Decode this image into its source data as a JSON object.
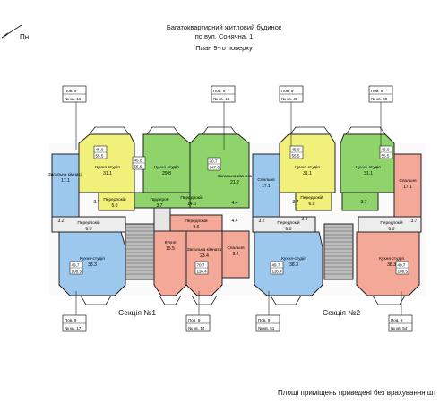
{
  "header": {
    "line1": "Багатоквартирний житловий будинок",
    "line2": "по вул. Сонячна, 1",
    "line3": "План 9-го поверху"
  },
  "north_label": "Пн",
  "sections": [
    "Секція №1",
    "Секція №2"
  ],
  "footer_note": "Площі приміщень приведені без врахування шт",
  "colors": {
    "yellow": "#f0f07a",
    "green": "#8fd46a",
    "blue": "#9cc8ee",
    "salmon": "#f4a898",
    "hall": "#f0f0f0",
    "stair": "#bdbdbd",
    "wall": "#222222"
  },
  "badges": [
    {
      "label": "Пов. 9",
      "kv": "№ кв. 16"
    },
    {
      "label": "Пов. 9",
      "kv": "№ кв. 15"
    },
    {
      "label": "Пов. 9",
      "kv": "№ кв. 48"
    },
    {
      "label": "Пов. 9",
      "kv": "№ кв. 49"
    },
    {
      "label": "Пов. 9",
      "kv": "№ кв. 17"
    },
    {
      "label": "Пов. 9",
      "kv": "№ кв. 14"
    },
    {
      "label": "Пов. 9",
      "kv": "№ кв. 51"
    },
    {
      "label": "Пов. 9",
      "kv": "№ кв. 54"
    }
  ],
  "area_boxes": [
    "45.0",
    "55.5",
    "45.0",
    "55.5",
    "70.7",
    "147.0",
    "49.7",
    "108.5",
    "70.7",
    "116.4",
    "49.7",
    "116.4",
    "49.7",
    "108.5",
    "45.0",
    "55.5",
    "45.0",
    "55.5"
  ],
  "rooms": [
    {
      "name": "Кухня-студія",
      "area": "31.1"
    },
    {
      "name": "Кухня-студія",
      "area": "29.8"
    },
    {
      "name": "Загальна кімната",
      "area": "17.1"
    },
    {
      "name": "Передпокій",
      "area": "5.0"
    },
    {
      "name": "Гардероб",
      "area": "3.7"
    },
    {
      "name": "Передпокій",
      "area": "14.6"
    },
    {
      "name": "Загальна кімната",
      "area": "21.2"
    },
    {
      "name": "Передпокій",
      "area": "6.0"
    },
    {
      "name": "Кухня-студія",
      "area": "38.3"
    },
    {
      "name": "Кухня",
      "area": "15.5"
    },
    {
      "name": "Загальна кімната",
      "area": "23.4"
    },
    {
      "name": "Спальня",
      "area": "9.2"
    },
    {
      "name": "Передпокій",
      "area": "9.6"
    },
    {
      "name": "Спальня",
      "area": "17.1"
    },
    {
      "name": "Кухня-студія",
      "area": "31.1"
    },
    {
      "name": "Кухня-студія",
      "area": "31.1"
    },
    {
      "name": "Спальня",
      "area": "17.1"
    },
    {
      "name": "Передпокій",
      "area": "6.0"
    },
    {
      "name": "Кухня-студія",
      "area": "38.3"
    },
    {
      "name": "Кухня-студія",
      "area": "38.3"
    },
    {
      "name": "Передпокій",
      "area": "6.0"
    },
    {
      "name": "Передпокій",
      "area": "6.0"
    }
  ],
  "small_areas": [
    "3.7",
    "3.2",
    "4.4",
    "4.4",
    "3.7",
    "3.2",
    "3.7",
    "3.7",
    "3.2"
  ]
}
